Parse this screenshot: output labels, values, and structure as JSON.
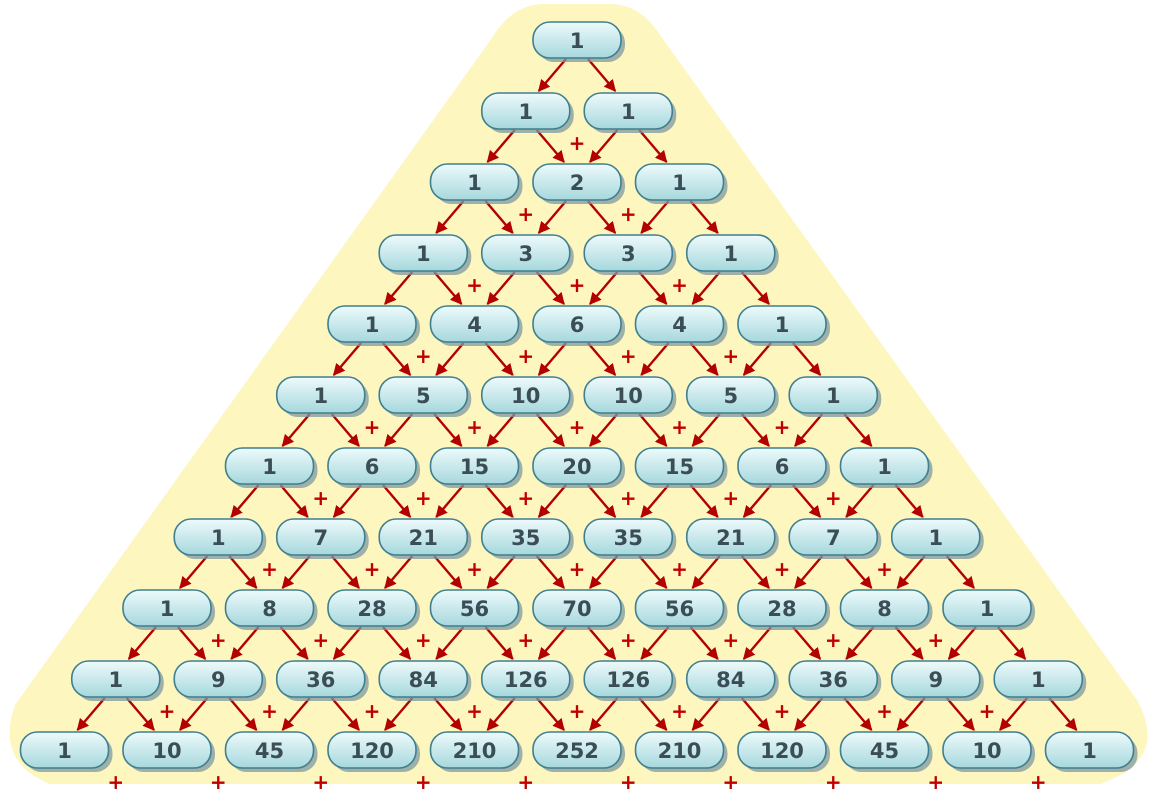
{
  "triangle": {
    "rows": [
      [
        1
      ],
      [
        1,
        1
      ],
      [
        1,
        2,
        1
      ],
      [
        1,
        3,
        3,
        1
      ],
      [
        1,
        4,
        6,
        4,
        1
      ],
      [
        1,
        5,
        10,
        10,
        5,
        1
      ],
      [
        1,
        6,
        15,
        20,
        15,
        6,
        1
      ],
      [
        1,
        7,
        21,
        35,
        35,
        21,
        7,
        1
      ],
      [
        1,
        8,
        28,
        56,
        70,
        56,
        28,
        8,
        1
      ],
      [
        1,
        9,
        36,
        84,
        126,
        126,
        84,
        36,
        9,
        1
      ],
      [
        1,
        10,
        45,
        120,
        210,
        252,
        210,
        120,
        45,
        10,
        1
      ]
    ],
    "plus_symbol": "+"
  },
  "colors": {
    "background": "#fdf6bf",
    "node_fill_top": "#eefafb",
    "node_fill_bottom": "#a6d8dd",
    "node_stroke": "#3e7f90",
    "node_shadow": "#7f98a0",
    "node_text": "#3b4d57",
    "arrow": "#b30000",
    "plus": "#c00000"
  }
}
